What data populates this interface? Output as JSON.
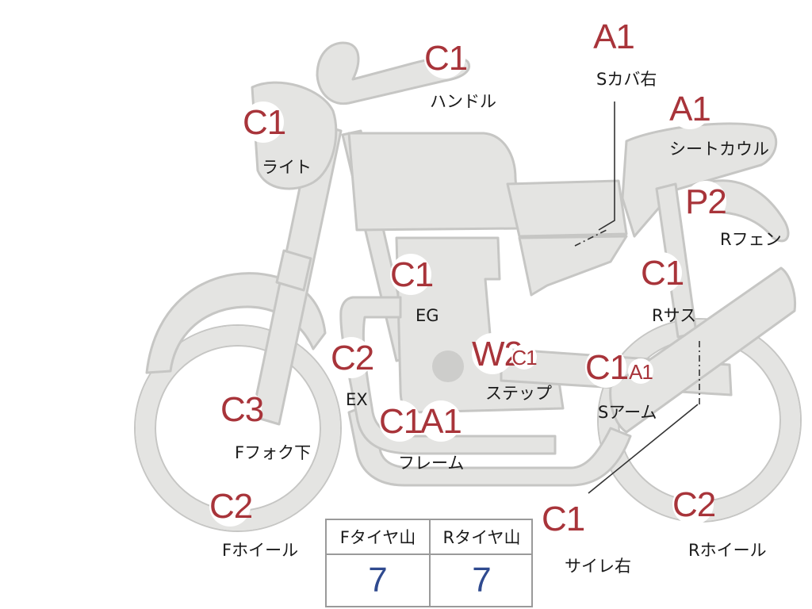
{
  "parts": [
    {
      "id": "handle",
      "grade": "C1",
      "name": "ハンドル"
    },
    {
      "id": "light",
      "grade": "C1",
      "name": "ライト"
    },
    {
      "id": "side-cover-right",
      "grade": "A1",
      "name": "Sカバ右"
    },
    {
      "id": "seat-cowl",
      "grade": "A1",
      "name": "シートカウル"
    },
    {
      "id": "rear-fender",
      "grade": "P2",
      "name": "Rフェン"
    },
    {
      "id": "engine",
      "grade": "C1",
      "name": "EG"
    },
    {
      "id": "rear-suspension",
      "grade": "C1",
      "name": "Rサス"
    },
    {
      "id": "exhaust",
      "grade": "C2",
      "name": "EX"
    },
    {
      "id": "step-main",
      "grade": "W2",
      "name": "ステップ"
    },
    {
      "id": "step-sub",
      "grade": "C1",
      "name": ""
    },
    {
      "id": "swing-arm-main",
      "grade": "C1",
      "name": "Sアーム"
    },
    {
      "id": "swing-arm-sub",
      "grade": "A1",
      "name": ""
    },
    {
      "id": "front-fork-lower",
      "grade": "C3",
      "name": "Fフォク下"
    },
    {
      "id": "frame-main",
      "grade": "C1",
      "name": "フレーム"
    },
    {
      "id": "frame-sub",
      "grade": "A1",
      "name": ""
    },
    {
      "id": "front-wheel",
      "grade": "C2",
      "name": "Fホイール"
    },
    {
      "id": "silencer-right",
      "grade": "C1",
      "name": "サイレ右"
    },
    {
      "id": "rear-wheel",
      "grade": "C2",
      "name": "Rホイール"
    }
  ],
  "tread_table": {
    "front_label": "Fタイヤ山",
    "rear_label": "Rタイヤ山",
    "front_value": "7",
    "rear_value": "7"
  },
  "colors": {
    "grade_text": "#a8343a",
    "tread_value": "#2f4a8f",
    "bike_fill": "#e4e4e2",
    "bike_outline": "#c6c6c4"
  }
}
